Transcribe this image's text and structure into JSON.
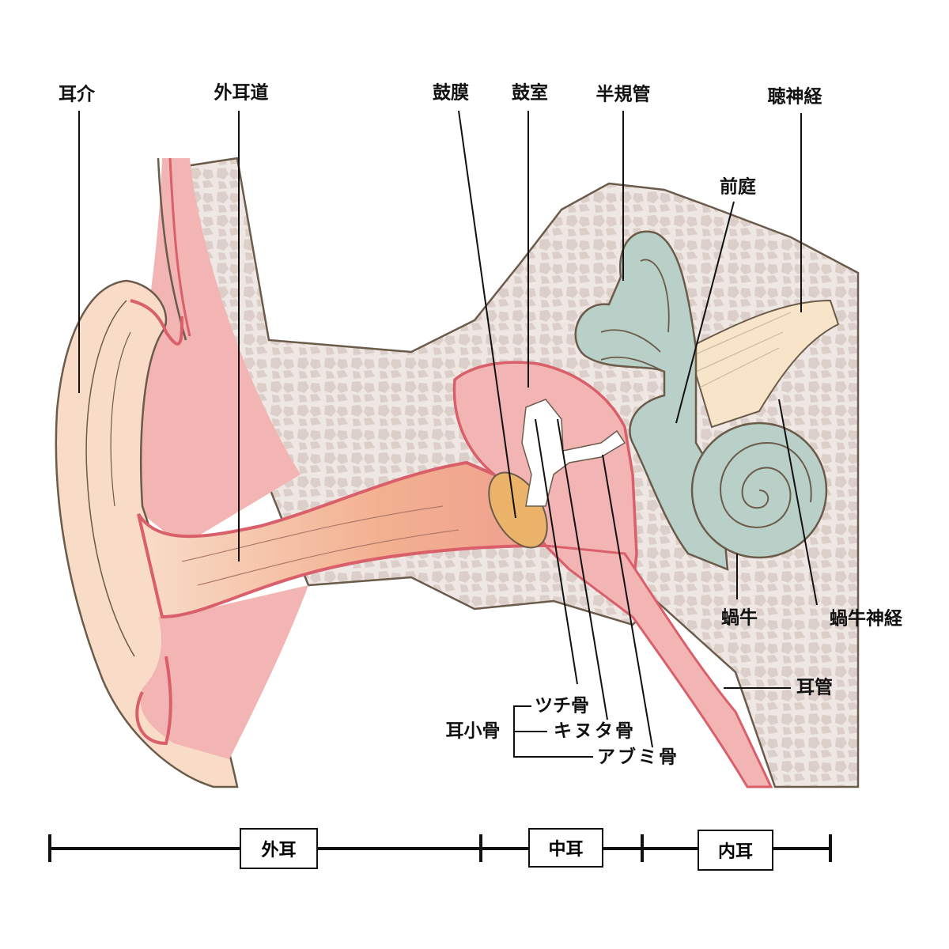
{
  "title": "耳の構造",
  "labels": {
    "auricle": "耳介",
    "ear_canal": "外耳道",
    "eardrum": "鼓膜",
    "tympanic_cavity": "鼓室",
    "semicircular_canals": "半規管",
    "auditory_nerve": "聴神経",
    "vestibule": "前庭",
    "cochlea": "蝸牛",
    "cochlear_nerve": "蝸牛神経",
    "eustachian_tube": "耳管",
    "ossicles": "耳小骨",
    "malleus": "ツチ骨",
    "incus": "キヌタ骨",
    "stapes": "アブミ骨"
  },
  "regions": {
    "outer": "外耳",
    "middle": "中耳",
    "inner": "内耳"
  },
  "colors": {
    "bone": "#efe7e3",
    "bone_cell": "#d9ccc6",
    "skin": "#f8dcc8",
    "tissue": "#f3b5b3",
    "tissue_edge": "#d9606a",
    "inner_ear": "#b8d0c7",
    "nerve": "#f8e4c8",
    "eardrum": "#ebb26a",
    "outline": "#6b5b4b"
  }
}
